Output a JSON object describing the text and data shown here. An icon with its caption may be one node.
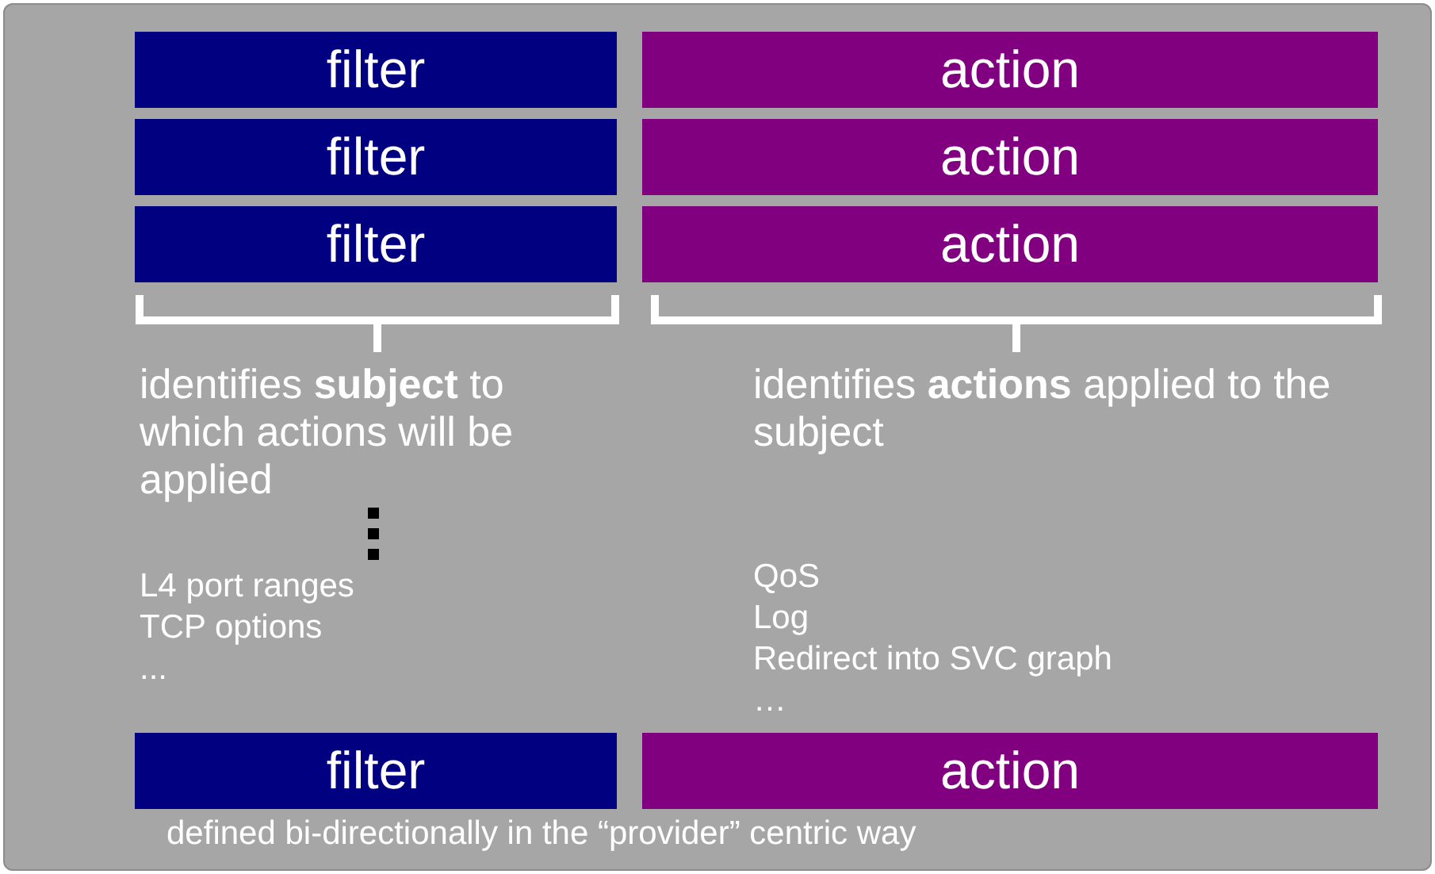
{
  "diagram": {
    "nodes": [
      {
        "text": [
          "filter"
        ]
      },
      {
        "text": [
          "action"
        ]
      },
      {
        "text": [
          "filter"
        ]
      },
      {
        "text": [
          "action"
        ]
      },
      {
        "text": [
          "filter"
        ]
      },
      {
        "text": [
          "action"
        ]
      },
      {
        "text": [
          "filter"
        ]
      },
      {
        "text": [
          "action"
        ]
      }
    ],
    "labels": [
      "identifies **subject** to which actions will be applied",
      "identifies **actions** applied to the subject",
      "L4 port ranges",
      "TCP options",
      "...",
      "QoS",
      "Log",
      "Redirect into SVC graph",
      "…",
      "defined bi-directionally in the “provider” centric way"
    ]
  }
}
